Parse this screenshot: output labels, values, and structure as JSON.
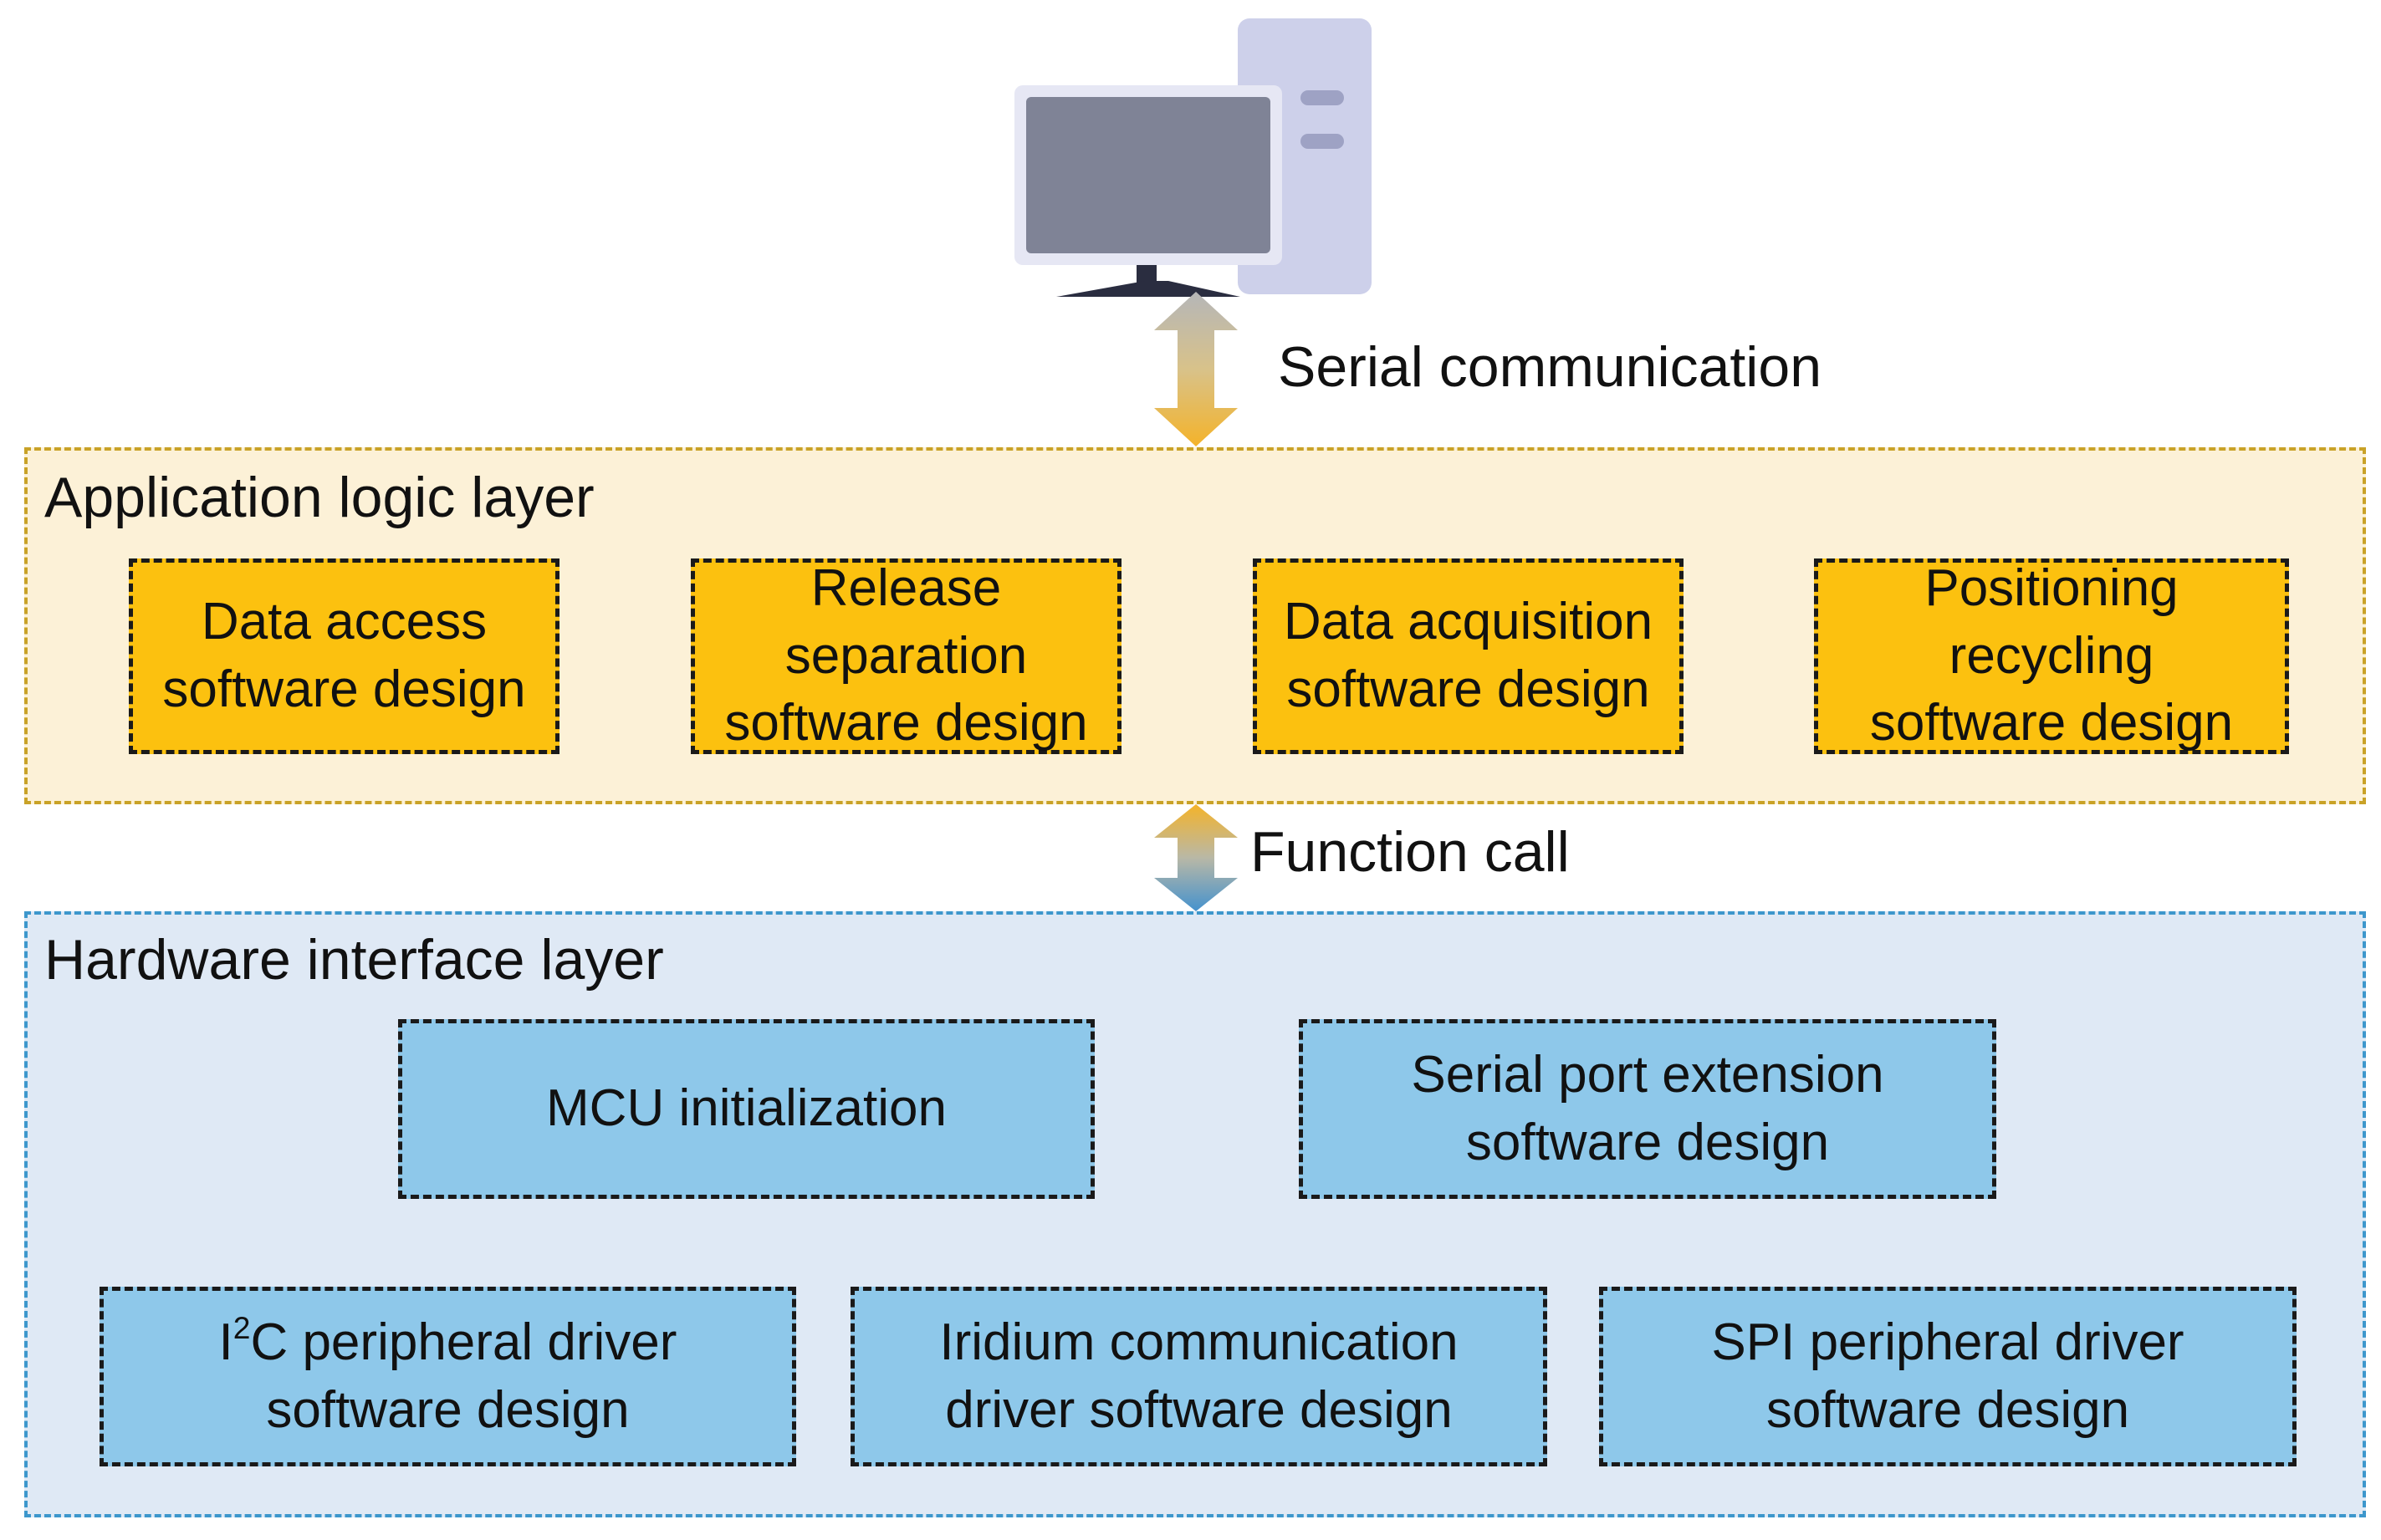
{
  "connectors": {
    "serial_communication": "Serial communication",
    "function_call": "Function call"
  },
  "application_layer": {
    "title": "Application logic layer",
    "modules": [
      "Data access\nsoftware design",
      "Release\nseparation\nsoftware design",
      "Data acquisition\nsoftware design",
      "Positioning\nrecycling\nsoftware design"
    ]
  },
  "hardware_layer": {
    "title": "Hardware interface layer",
    "modules": {
      "mcu": "MCU initialization",
      "serial_port": "Serial port extension\nsoftware design",
      "i2c_prefix": "I",
      "i2c_superscript": "2",
      "i2c_line1_rest": "C peripheral driver",
      "i2c_line2": "software design",
      "iridium": "Iridium communication\ndriver software design",
      "spi": "SPI peripheral driver\nsoftware design"
    }
  },
  "colors": {
    "application_fill": "#fcf1d7",
    "application_border": "#c9a227",
    "application_module": "#fcc10f",
    "hardware_fill": "#dfe9f5",
    "hardware_border": "#3d97cc",
    "hardware_module": "#8ec8ea"
  },
  "icons": [
    "desktop-computer-icon",
    "double-arrow-icon"
  ]
}
